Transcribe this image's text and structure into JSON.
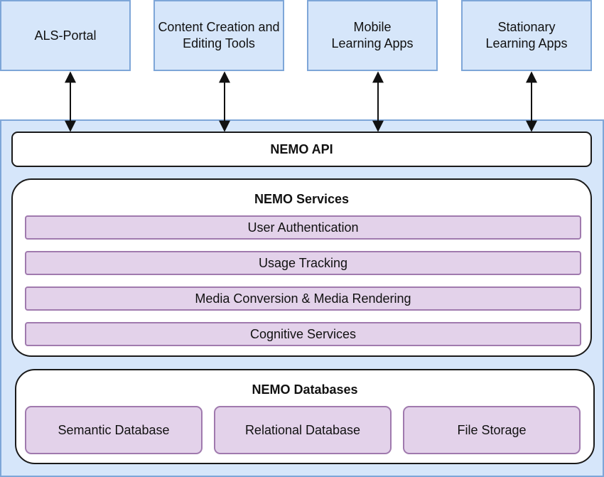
{
  "clients": [
    {
      "label": "ALS-Portal"
    },
    {
      "label": "Content Creation and\nEditing Tools"
    },
    {
      "label": "Mobile\nLearning Apps"
    },
    {
      "label": "Stationary\nLearning Apps"
    }
  ],
  "api": {
    "label": "NEMO API"
  },
  "services": {
    "title": "NEMO Services",
    "items": [
      "User Authentication",
      "Usage Tracking",
      "Media Conversion & Media Rendering",
      "Cognitive Services"
    ]
  },
  "databases": {
    "title": "NEMO Databases",
    "items": [
      "Semantic Database",
      "Relational Database",
      "File Storage"
    ]
  },
  "colors": {
    "client_fill": "#d6e6fa",
    "client_border": "#7ea6d8",
    "service_fill": "#e3d2ea",
    "service_border": "#a07aae",
    "outline": "#1a1a1a"
  }
}
